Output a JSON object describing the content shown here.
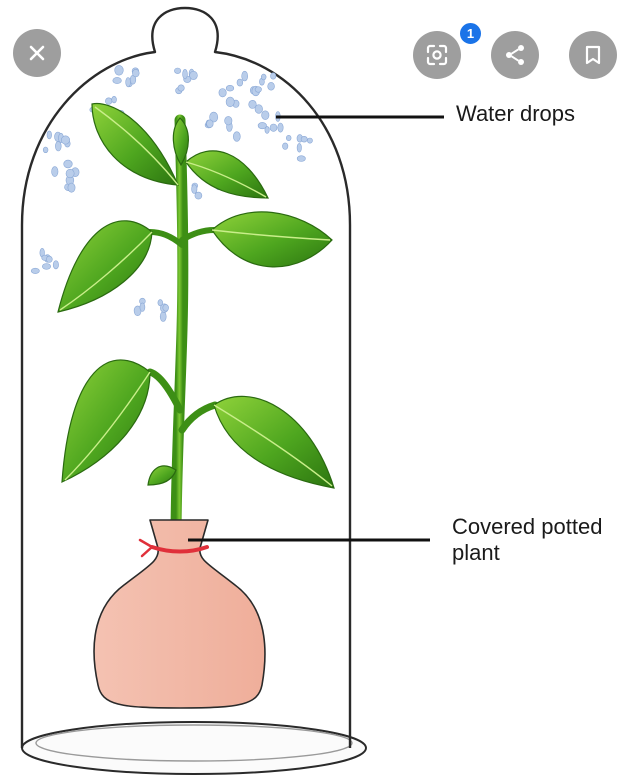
{
  "diagram": {
    "labels": {
      "water_drops": "Water drops",
      "covered_potted_plant_line1": "Covered potted",
      "covered_potted_plant_line2": "plant"
    }
  },
  "overlay": {
    "lens_badge_count": "1",
    "close_icon": "close-icon",
    "lens_icon": "google-lens-icon",
    "share_icon": "share-icon",
    "bookmark_icon": "bookmark-icon"
  },
  "colors": {
    "badge": "#1a73e8",
    "leaf_dark": "#2f7d14",
    "leaf_light": "#7cc832",
    "pot": "#f2b7a5",
    "string": "#e0303a",
    "water_drop": "#b9cdea"
  }
}
